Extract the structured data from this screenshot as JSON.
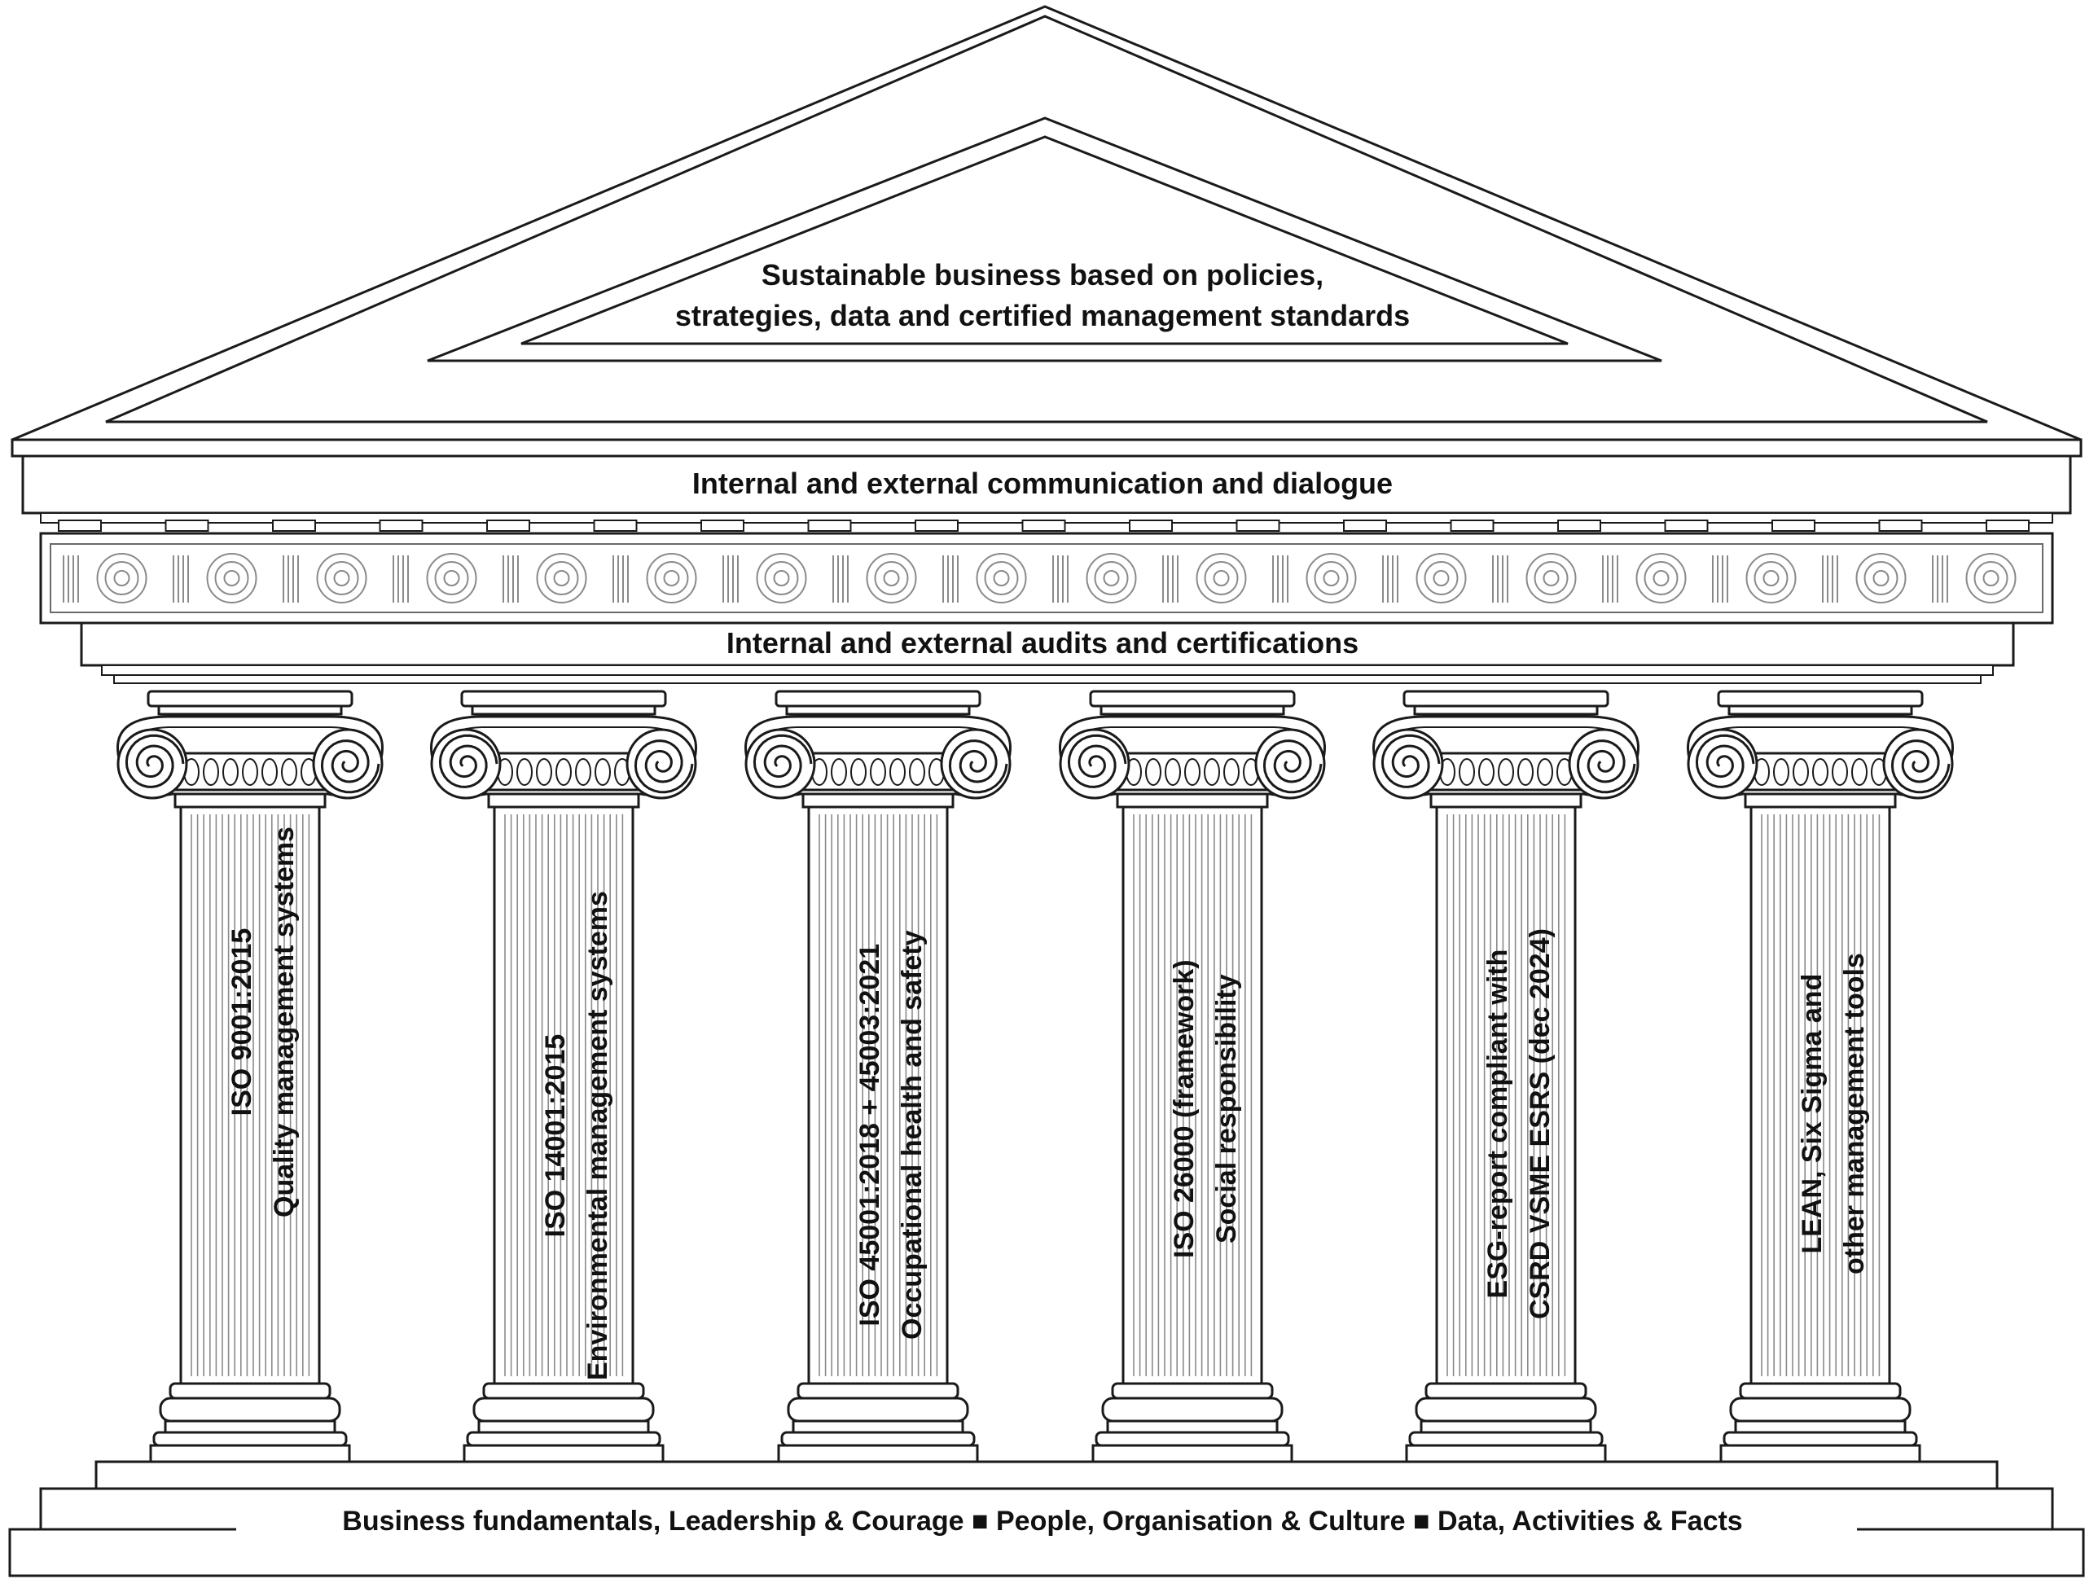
{
  "pediment": {
    "line1": "Sustainable business based on policies,",
    "line2": "strategies, data and certified management standards"
  },
  "cornice_text": "Internal and external communication and dialogue",
  "architrave_text": "Internal and external audits and certifications",
  "pillars": [
    {
      "line1": "ISO 9001:2015",
      "line2": "Quality management systems"
    },
    {
      "line1": "ISO 14001:2015",
      "line2": "Environmental management systems"
    },
    {
      "line1": "ISO 45001:2018 + 45003:2021",
      "line2": "Occupational health and safety"
    },
    {
      "line1": "ISO 26000 (framework)",
      "line2": "Social responsibility"
    },
    {
      "line1": "ESG-report compliant with",
      "line2": "CSRD VSME ESRS (dec 2024)"
    },
    {
      "line1": "LEAN, Six Sigma and",
      "line2": "other management tools"
    }
  ],
  "foundation_text": "Business fundamentals, Leadership & Courage ■ People, Organisation & Culture ■ Data, Activities & Facts",
  "colors": {
    "line": "#1a1a1a",
    "fill": "#ffffff",
    "ornament": "#8a8a8a"
  }
}
